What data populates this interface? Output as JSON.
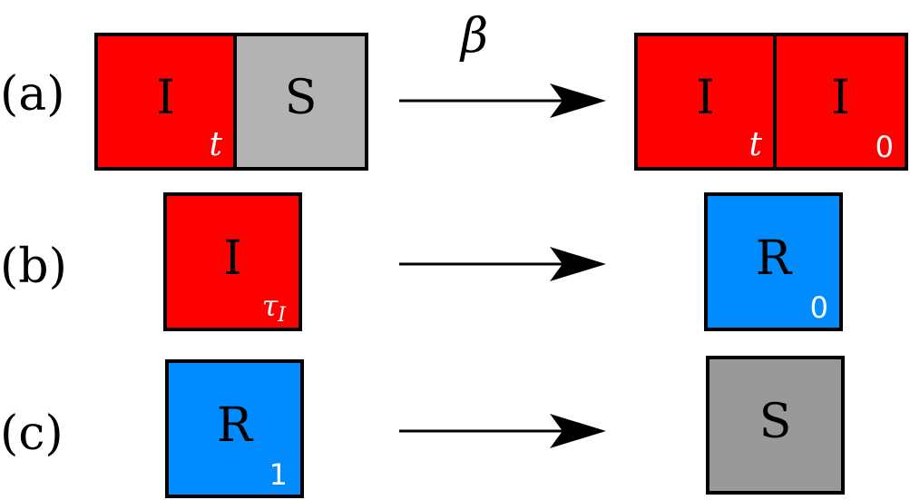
{
  "colors": {
    "infected": "#ff0000",
    "susceptible_a": "#b3b3b3",
    "susceptible_c": "#999999",
    "recovered": "#008cff",
    "outline": "#000000",
    "subscript": "#ffffff"
  },
  "rows": {
    "a": {
      "label": "(a)",
      "rate": "β",
      "left": [
        {
          "state": "I",
          "sub": "t",
          "color_key": "infected"
        },
        {
          "state": "S",
          "sub": "",
          "color_key": "susceptible_a"
        }
      ],
      "right": [
        {
          "state": "I",
          "sub": "t",
          "color_key": "infected"
        },
        {
          "state": "I",
          "sub": "0",
          "color_key": "infected"
        }
      ]
    },
    "b": {
      "label": "(b)",
      "left": {
        "state": "I",
        "sub_symbol": "τ",
        "sub_index": "I",
        "color_key": "infected"
      },
      "right": {
        "state": "R",
        "sub": "0",
        "color_key": "recovered"
      }
    },
    "c": {
      "label": "(c)",
      "left": {
        "state": "R",
        "sub": "1",
        "color_key": "recovered"
      },
      "right": {
        "state": "S",
        "sub": "",
        "color_key": "susceptible_c"
      }
    }
  }
}
